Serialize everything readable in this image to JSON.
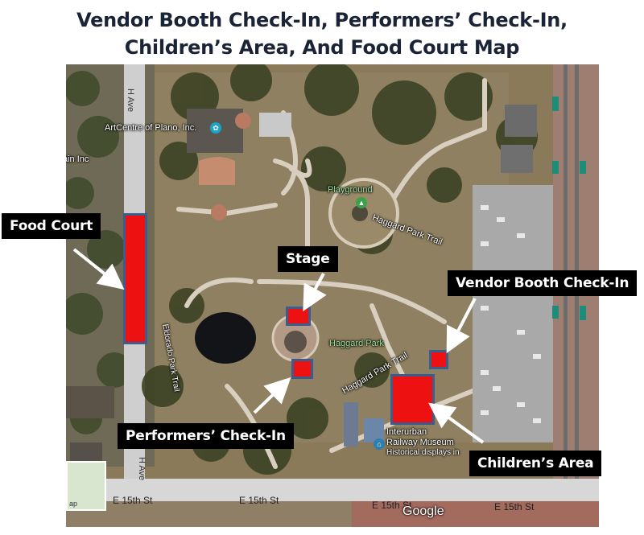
{
  "title_line1": "Vendor Booth Check-In, Performers’ Check-In,",
  "title_line2": "Children’s Area, And Food Court Map",
  "labels": {
    "food_court": "Food Court",
    "stage": "Stage",
    "vendor": "Vendor Booth Check-In",
    "performers": "Performers’ Check-In",
    "children": "Children’s Area"
  },
  "places": {
    "artcentre": "ArtCentre of Plano, Inc.",
    "playground": "Playground",
    "haggard_park": "Haggard Park",
    "haggard_park_trail_1": "Haggard Park Trail",
    "haggard_park_trail_2": "Haggard Park Trail",
    "elm_trail": "Eldorado Park Trail",
    "museum_1": "Interurban",
    "museum_2": "Railway Museum",
    "museum_3": "Historical displays in",
    "ain_inc": "ain Inc",
    "h_ave": "H Ave",
    "h_ave_2": "H Ave",
    "e15_1": "E 15th St",
    "e15_2": "E 15th St",
    "e15_3": "E 15th St",
    "e15_4": "E 15th St",
    "google": "Google",
    "map_thumb": "ap"
  },
  "colors": {
    "marker_fill": "#ee1111",
    "marker_border": "#3b5c8c",
    "label_bg": "#000000",
    "label_text": "#ffffff"
  },
  "icons": [
    "palette-icon",
    "playground-icon",
    "museum-icon"
  ]
}
